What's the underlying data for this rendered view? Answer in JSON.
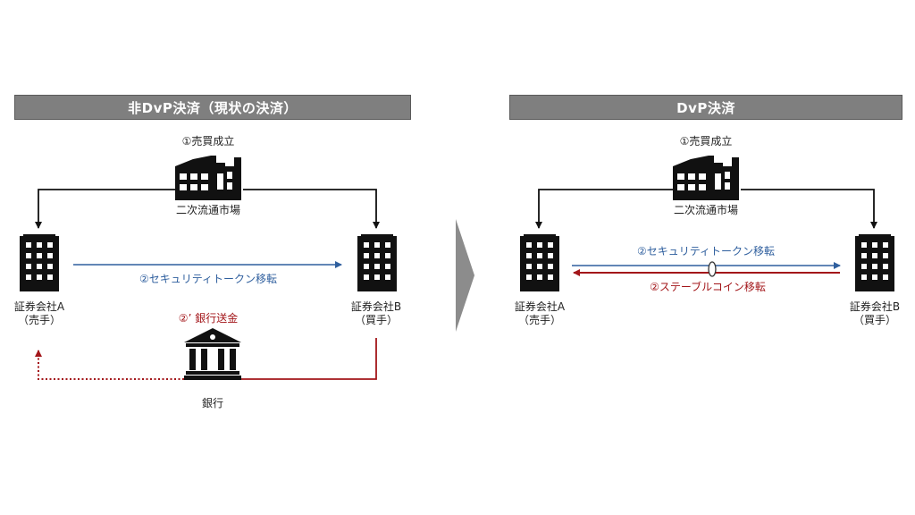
{
  "colors": {
    "header_bg": "#7f7f7f",
    "header_text": "#ffffff",
    "black": "#111111",
    "blue": "#2f5f9e",
    "red": "#a3161a",
    "chevron": "#8c8c8c"
  },
  "left_panel": {
    "title": "非DvP決済（現状の決済）",
    "trade_label": "①売買成立",
    "market_label": "二次流通市場",
    "seller_name": "証券会社A",
    "seller_role": "（売手）",
    "buyer_name": "証券会社B",
    "buyer_role": "（買手）",
    "token_transfer_label": "②セキュリティトークン移転",
    "bank_transfer_label": "②’ 銀行送金",
    "bank_label": "銀行"
  },
  "right_panel": {
    "title": "DvP決済",
    "trade_label": "①売買成立",
    "market_label": "二次流通市場",
    "seller_name": "証券会社A",
    "seller_role": "（売手）",
    "buyer_name": "証券会社B",
    "buyer_role": "（買手）",
    "token_transfer_label": "②セキュリティトークン移転",
    "stablecoin_transfer_label": "②ステーブルコイン移転"
  },
  "icons": {
    "market": "factory-building-icon",
    "company": "office-building-icon",
    "bank": "bank-icon",
    "transition": "chevron-right-icon"
  }
}
